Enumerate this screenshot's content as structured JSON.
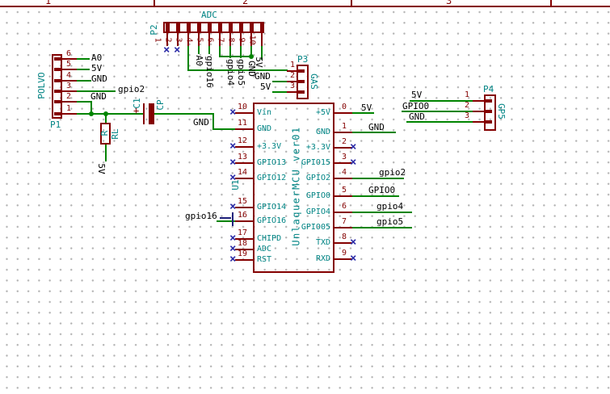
{
  "colors": {
    "symbol": "#840000",
    "wire": "#008400",
    "accent_text": "#008484",
    "net_label": "#000000",
    "no_connect": "#2d2da8",
    "grid_dot": "#b4b4b4",
    "background": "#ffffff"
  },
  "icons": {
    "nc": "×"
  },
  "sheet": {
    "markers": [
      "1",
      "2",
      "3"
    ]
  },
  "p1": {
    "ref": "P1",
    "value": "POLVO",
    "pins": [
      {
        "n": "6",
        "label": "A0"
      },
      {
        "n": "5",
        "label": "5V"
      },
      {
        "n": "4",
        "label": "GND"
      },
      {
        "n": "3",
        "label": "gpio2"
      },
      {
        "n": "2",
        "label": "GND"
      },
      {
        "n": "1",
        "label": ""
      }
    ]
  },
  "p2": {
    "ref": "P2",
    "value": "ADC",
    "pins": [
      {
        "n": "1",
        "label": ""
      },
      {
        "n": "2",
        "label": ""
      },
      {
        "n": "3",
        "label": ""
      },
      {
        "n": "4",
        "label": "A0"
      },
      {
        "n": "5",
        "label": "gpio16"
      },
      {
        "n": "6",
        "label": ""
      },
      {
        "n": "7",
        "label": "gpio4"
      },
      {
        "n": "8",
        "label": "gpio5"
      },
      {
        "n": "9",
        "label": "GND"
      },
      {
        "n": "10",
        "label": "5V"
      }
    ]
  },
  "p3": {
    "ref": "P3",
    "value": "GAS",
    "pins": [
      {
        "n": "1",
        "label": ""
      },
      {
        "n": "2",
        "label": "GND"
      },
      {
        "n": "3",
        "label": "5V"
      }
    ]
  },
  "p4": {
    "ref": "P4",
    "value": "GP5",
    "pins": [
      {
        "n": "1",
        "label": "5V"
      },
      {
        "n": "2",
        "label": "GPIO0"
      },
      {
        "n": "3",
        "label": "GND"
      }
    ]
  },
  "u1": {
    "ref": "U1",
    "value": "UnlaquerMCU_ver01",
    "left_pins": [
      {
        "n": "10",
        "name": "Vin"
      },
      {
        "n": "11",
        "name": "GND"
      },
      {
        "n": "12",
        "name": "+3.3V"
      },
      {
        "n": "13",
        "name": "GPIO13"
      },
      {
        "n": "14",
        "name": "GPIO12"
      },
      {
        "n": "15",
        "name": "GPIO14"
      },
      {
        "n": "16",
        "name": "GPIO16",
        "label": "gpio16"
      },
      {
        "n": "17",
        "name": "CHIPD"
      },
      {
        "n": "18",
        "name": "ADC"
      },
      {
        "n": "19",
        "name": "RST"
      }
    ],
    "right_pins": [
      {
        "n": "0",
        "name": "+5V",
        "label": "5V"
      },
      {
        "n": "1",
        "name": "GND",
        "label": "GND"
      },
      {
        "n": "2",
        "name": "+3.3V"
      },
      {
        "n": "3",
        "name": "GPIO15"
      },
      {
        "n": "4",
        "name": "GPIO2",
        "label": "gpio2"
      },
      {
        "n": "5",
        "name": "GPIO0",
        "label": "GPIO0"
      },
      {
        "n": "6",
        "name": "GPIO4",
        "label": "gpio4"
      },
      {
        "n": "7",
        "name": "GPIO05",
        "label": "gpio5"
      },
      {
        "n": "8",
        "name": "TXD"
      },
      {
        "n": "9",
        "name": "RXD"
      }
    ]
  },
  "r1": {
    "ref": "R",
    "value": "RL",
    "net_label": "5V"
  },
  "c1": {
    "ref": "C1",
    "value": "CP",
    "polarity": "+"
  },
  "nets": {
    "mid_gnd": "GND"
  }
}
